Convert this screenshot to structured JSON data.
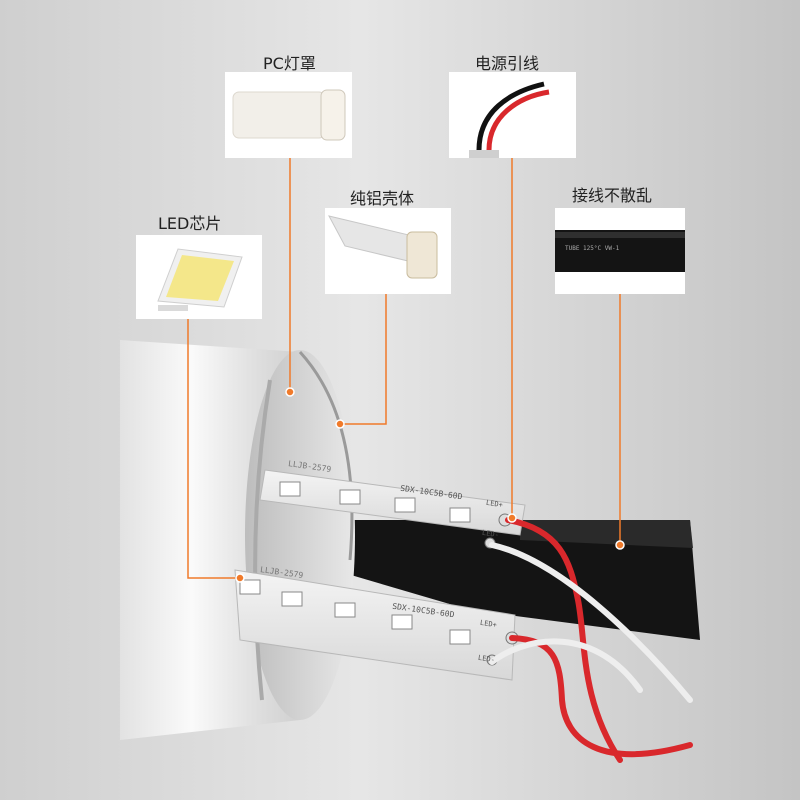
{
  "callouts": {
    "pc_cover": {
      "label": "PC灯罩",
      "icon": "pc-cover-photo"
    },
    "power_lead": {
      "label": "电源引线",
      "icon": "power-wire-photo"
    },
    "aluminum_body": {
      "label": "纯铝壳体",
      "icon": "aluminum-shell-photo"
    },
    "led_chip": {
      "label": "LED芯片",
      "icon": "led-chip-photo"
    },
    "wiring": {
      "label": "接线不散乱",
      "icon": "cable-photo",
      "cable_print": "TUBE   125°C   VW-1"
    }
  },
  "boards": {
    "upper": {
      "model": "LLJB-2579",
      "part": "SDX-10C5B-60D",
      "pos": "LED+",
      "neg": "LED-"
    },
    "lower": {
      "model": "LLJB-2579",
      "part": "SDX-10C5B-60D",
      "pos": "LED+",
      "neg": "LED-"
    }
  },
  "colors": {
    "accent": "#F07A2A",
    "background": "#BDBDBD",
    "wire_red": "#D9282C",
    "wire_white": "#EEEEEE",
    "led_yellow": "#F4E78A"
  }
}
